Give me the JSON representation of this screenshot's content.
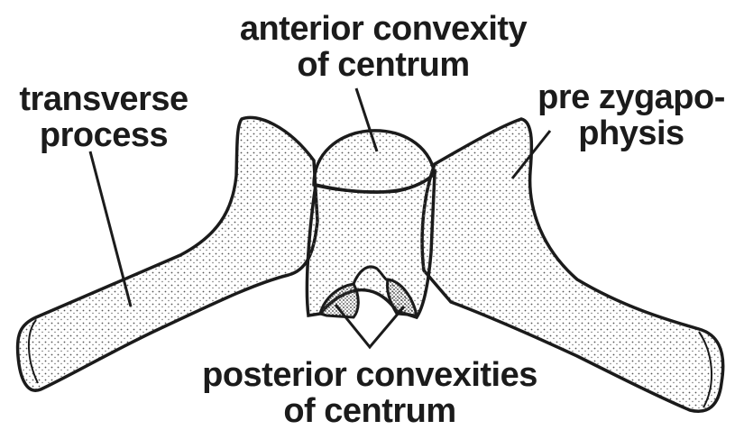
{
  "labels": {
    "anterior_convexity": {
      "line1": "anterior convexity",
      "line2": "of centrum"
    },
    "transverse_process": {
      "line1": "transverse",
      "line2": "process"
    },
    "pre_zygapophysis": {
      "line1": "pre zygapo-",
      "line2": "physis"
    },
    "posterior_convexities": {
      "line1": "posterior convexities",
      "line2": "of centrum"
    }
  },
  "colors": {
    "outline": "#1b1b1b",
    "stipple": "#3a3a3a",
    "background": "#ffffff"
  }
}
